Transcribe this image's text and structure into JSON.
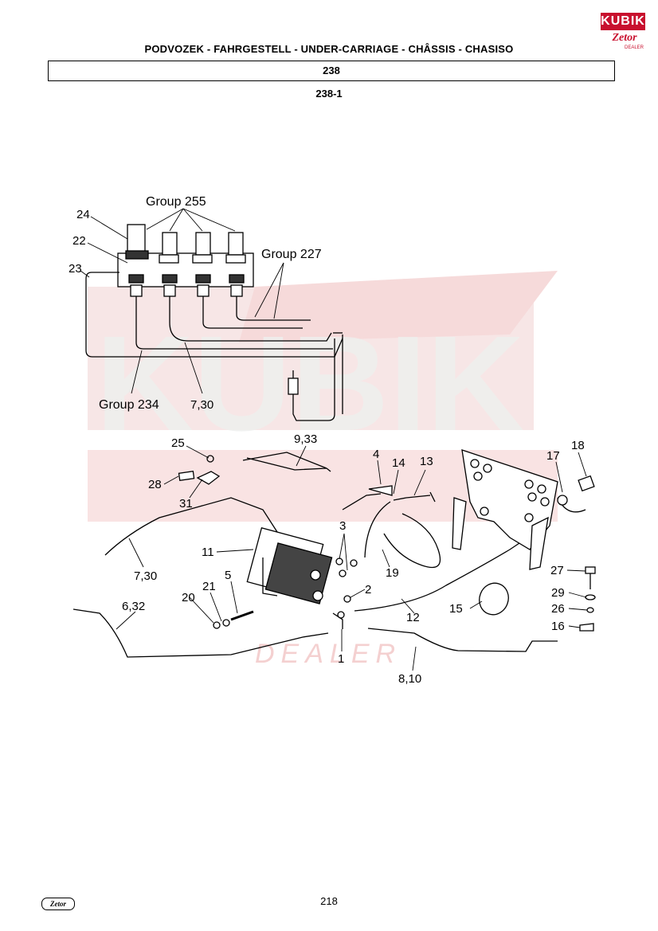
{
  "header": {
    "title": "PODVOZEK - FAHRGESTELL - UNDER-CARRIAGE - CHÂSSIS - CHASISO",
    "group_number": "238",
    "diagram_number": "238-1"
  },
  "logo": {
    "top_text": "KUBIK",
    "bottom_text": "Zetor",
    "dealer_text": "DEALER",
    "brand_color": "#c8102e"
  },
  "watermark": {
    "text": "KUBIK",
    "dealer": "DEALER",
    "color": "#f3c8c8"
  },
  "callouts": {
    "group255": "Group 255",
    "group227": "Group 227",
    "group234": "Group 234",
    "c24": "24",
    "c22": "22",
    "c23": "23",
    "c730a": "7,30",
    "c933": "9,33",
    "c25": "25",
    "c28": "28",
    "c31": "31",
    "c4": "4",
    "c14": "14",
    "c13": "13",
    "c17": "17",
    "c18": "18",
    "c3": "3",
    "c11": "11",
    "c730b": "7,30",
    "c19": "19",
    "c5": "5",
    "c21": "21",
    "c20": "20",
    "c2": "2",
    "c632": "6,32",
    "c12": "12",
    "c15": "15",
    "c27": "27",
    "c29": "29",
    "c26": "26",
    "c16": "16",
    "c1": "1",
    "c810": "8,10"
  },
  "footer": {
    "page_number": "218",
    "logo_text": "Zetor"
  }
}
